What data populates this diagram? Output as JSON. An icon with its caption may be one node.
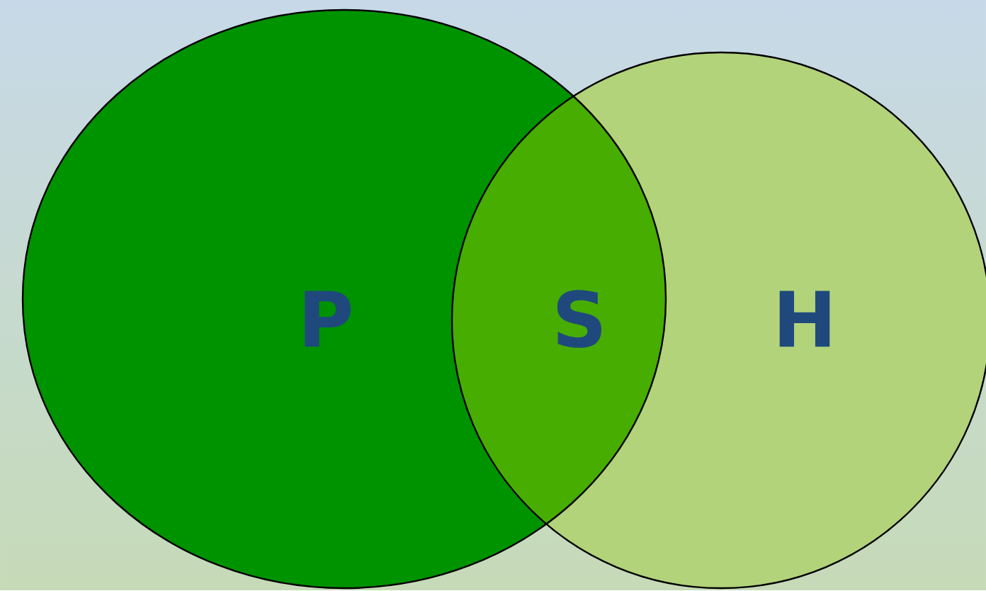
{
  "diagram": {
    "nodes": [
      {
        "text": [
          "P"
        ]
      },
      {
        "text": [
          "H"
        ]
      }
    ],
    "labels": [
      "S"
    ]
  }
}
